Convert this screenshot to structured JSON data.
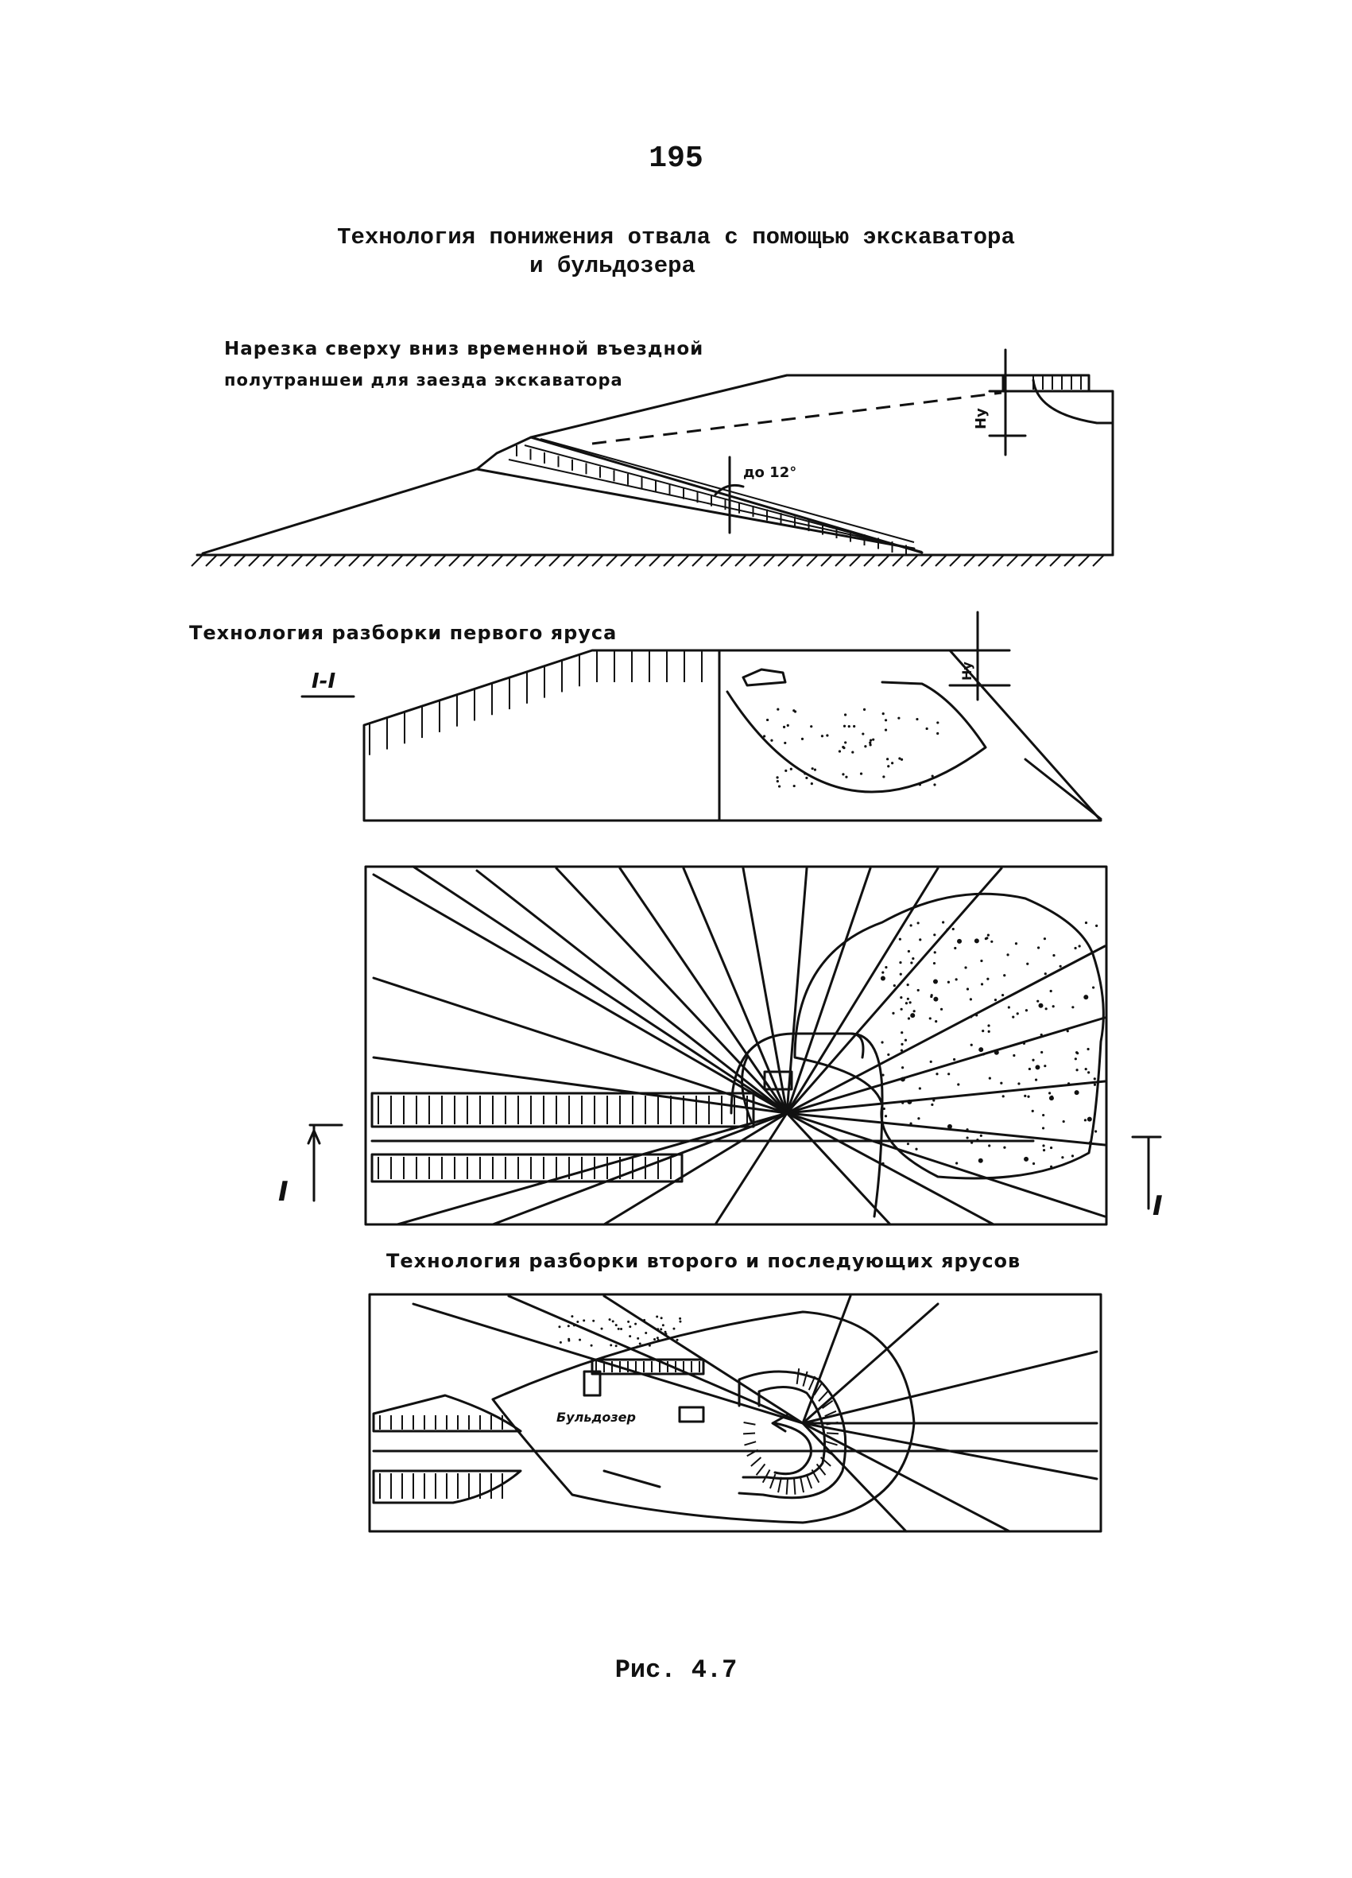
{
  "page_number": "195",
  "title_line1": "Технология понижения отвала с помощью экскаватора",
  "title_line2": "и бульдозера",
  "figure1": {
    "label_line1": "Нарезка сверху вниз временной въездной",
    "label_line2": "полутраншеи для заезда экскаватора",
    "angle_label": "до 12°",
    "height_label": "Ну"
  },
  "figure2": {
    "label": "Технология разборки первого яруса",
    "section_label": "I-I",
    "height_label": "Ну"
  },
  "figure3": {
    "section_left": "I",
    "section_right": "I"
  },
  "figure4": {
    "label": "Технология разборки второго и последующих ярусов",
    "machine_label": "Бульдозер"
  },
  "caption": "Рис. 4.7"
}
